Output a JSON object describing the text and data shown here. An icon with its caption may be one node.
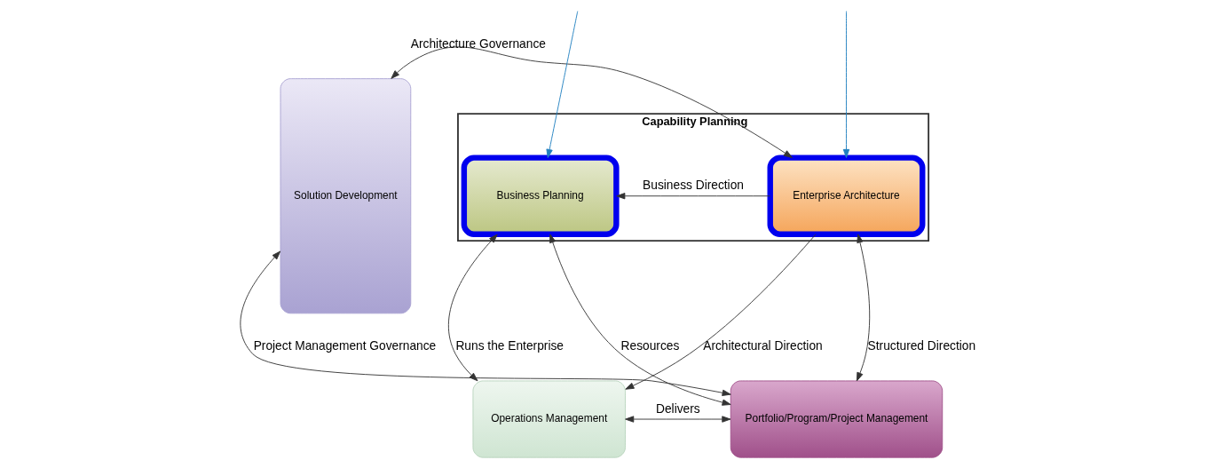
{
  "diagram": {
    "nodes": [
      {
        "text": [
          "Capability Planning"
        ]
      },
      {
        "text": [
          "Business Planning"
        ],
        "in": 0
      },
      {
        "text": [
          "Enterprise Architecture"
        ],
        "in": 0
      },
      {
        "text": [
          "Solution Development"
        ]
      },
      {
        "text": [
          "Operations Management"
        ]
      },
      {
        "text": [
          "Portfolio/Program/Project Management"
        ]
      }
    ],
    "edges": [
      {
        "from": 2,
        "to": 1,
        "arrow": "to",
        "label": "Business Direction"
      },
      {
        "from": 2,
        "to": 3,
        "arrow": "both",
        "label": "Architecture Governance"
      },
      {
        "from": 1,
        "to": 4,
        "arrow": "both",
        "label": "Runs the Enterprise"
      },
      {
        "from": 1,
        "to": 5,
        "arrow": "both",
        "label": "Resources"
      },
      {
        "from": 2,
        "to": 4,
        "arrow": "to",
        "label": "Architectural Direction"
      },
      {
        "from": 2,
        "to": 5,
        "arrow": "both",
        "label": "Structured Direction"
      },
      {
        "from": 4,
        "to": 5,
        "arrow": "both",
        "label": "Delivers"
      },
      {
        "from": 5,
        "to": 3,
        "arrow": "both",
        "label": "Project Management Governance"
      },
      {
        "from": null,
        "to": 1,
        "arrow": "to",
        "color": "#1f7fc0"
      },
      {
        "from": null,
        "to": 2,
        "arrow": "to",
        "color": "#1f7fc0"
      }
    ]
  }
}
